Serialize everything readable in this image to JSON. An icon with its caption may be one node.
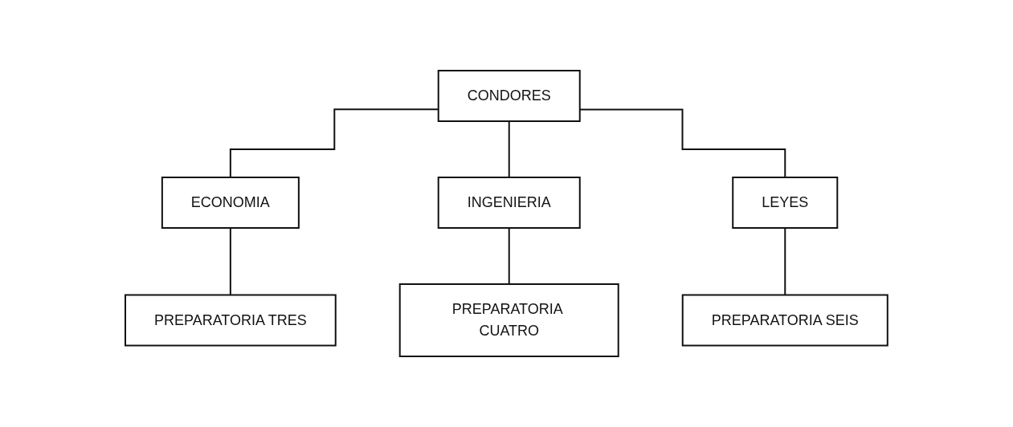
{
  "diagram": {
    "nodes": [
      {
        "text": [
          "CONDORES"
        ]
      },
      {
        "text": [
          "ECONOMIA"
        ]
      },
      {
        "text": [
          "INGENIERIA"
        ]
      },
      {
        "text": [
          "LEYES"
        ]
      },
      {
        "text": [
          "PREPARATORIA TRES"
        ]
      },
      {
        "text": [
          "PREPARATORIA CUATRO"
        ]
      },
      {
        "text": [
          "PREPARATORIA SEIS"
        ]
      }
    ],
    "edges": [
      {
        "from": 0,
        "to": 1,
        "arrow": "none"
      },
      {
        "from": 0,
        "to": 2,
        "arrow": "none"
      },
      {
        "from": 0,
        "to": 3,
        "arrow": "none"
      },
      {
        "from": 1,
        "to": 4,
        "arrow": "none"
      },
      {
        "from": 2,
        "to": 5,
        "arrow": "none"
      },
      {
        "from": 3,
        "to": 6,
        "arrow": "none"
      }
    ]
  }
}
